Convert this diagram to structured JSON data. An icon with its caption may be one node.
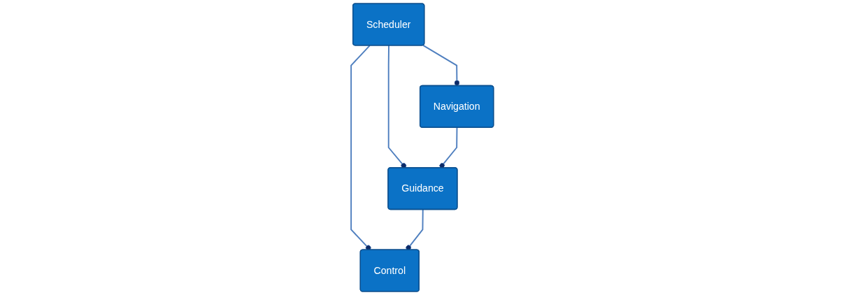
{
  "diagram": {
    "nodes": [
      {
        "text": [
          "Scheduler"
        ]
      },
      {
        "text": [
          "Navigation"
        ]
      },
      {
        "text": [
          "Guidance"
        ]
      },
      {
        "text": [
          "Control"
        ]
      }
    ],
    "edges": [
      {
        "from": 0,
        "to": 1,
        "arrow": "other"
      },
      {
        "from": 0,
        "to": 2,
        "arrow": "other"
      },
      {
        "from": 0,
        "to": 3,
        "arrow": "other"
      },
      {
        "from": 1,
        "to": 2,
        "arrow": "other"
      },
      {
        "from": 2,
        "to": 3,
        "arrow": "other"
      }
    ]
  }
}
